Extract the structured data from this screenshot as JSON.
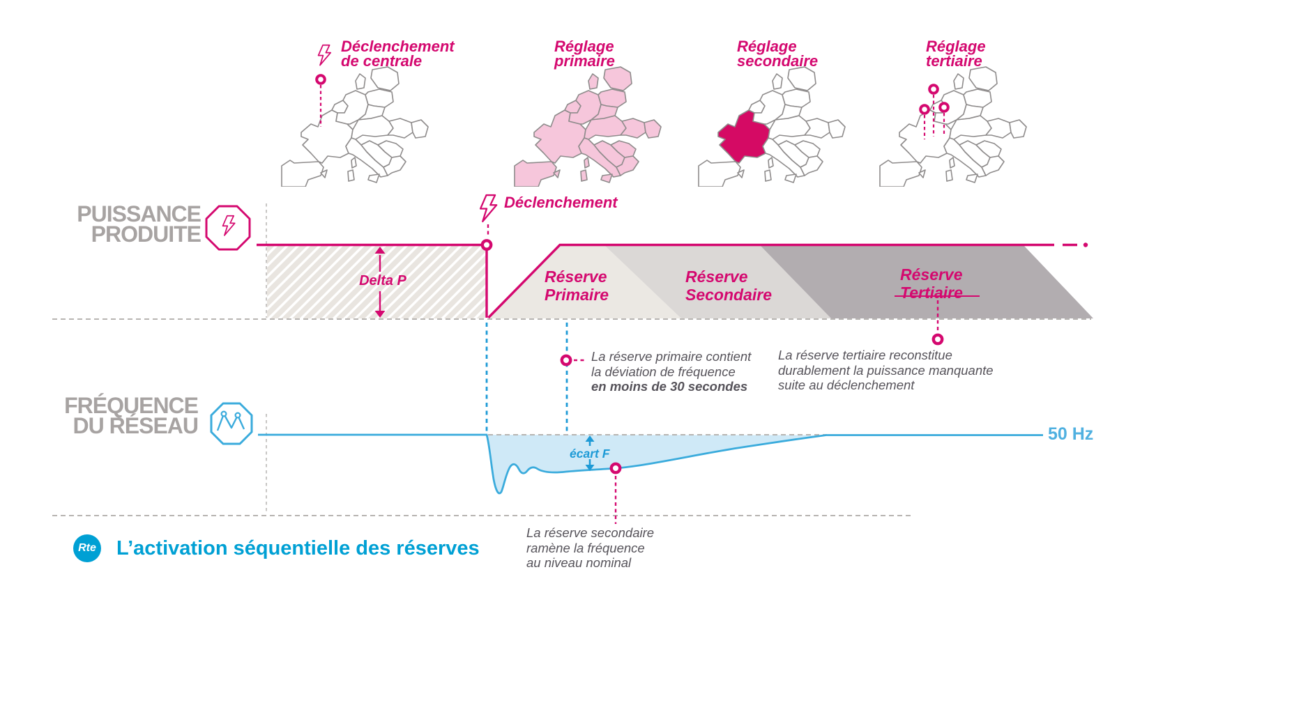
{
  "colors": {
    "pink": "#d4086f",
    "pink_light": "#f6c6db",
    "pink_dark": "#d50a64",
    "blue": "#3aabdc",
    "blue_dark": "#1d9ad6",
    "blue_fill": "#cfe9f7",
    "rte_blue": "#00a0d4"
  },
  "maps": [
    {
      "label_line1": "Déclenchement",
      "label_line2": "de centrale"
    },
    {
      "label_line1": "Réglage",
      "label_line2": "primaire"
    },
    {
      "label_line1": "Réglage",
      "label_line2": "secondaire"
    },
    {
      "label_line1": "Réglage",
      "label_line2": "tertiaire"
    }
  ],
  "power": {
    "section_line1": "PUISSANCE",
    "section_line2": "PRODUITE",
    "delta_label": "Delta P",
    "event_label": "Déclenchement",
    "zones": [
      {
        "line1": "Réserve",
        "line2": "Primaire"
      },
      {
        "line1": "Réserve",
        "line2": "Secondaire"
      },
      {
        "line1": "Réserve",
        "line2": "Tertiaire"
      }
    ]
  },
  "frequency": {
    "section_line1": "FRÉQUENCE",
    "section_line2": "DU RÉSEAU",
    "gap_label": "écart F",
    "hz_label": "50 Hz"
  },
  "annotations": {
    "primary": {
      "lines": [
        "La réserve primaire contient",
        "la déviation de fréquence"
      ],
      "bold_line": "en moins de 30 secondes"
    },
    "secondary": {
      "lines": [
        "La réserve secondaire",
        "ramène la fréquence",
        "au niveau nominal"
      ]
    },
    "tertiary": {
      "lines": [
        "La réserve tertiaire reconstitue",
        "durablement la puissance manquante",
        "suite au déclenchement"
      ]
    }
  },
  "footer": {
    "logo_text": "Rte",
    "title": "L’activation séquentielle des réserves"
  }
}
